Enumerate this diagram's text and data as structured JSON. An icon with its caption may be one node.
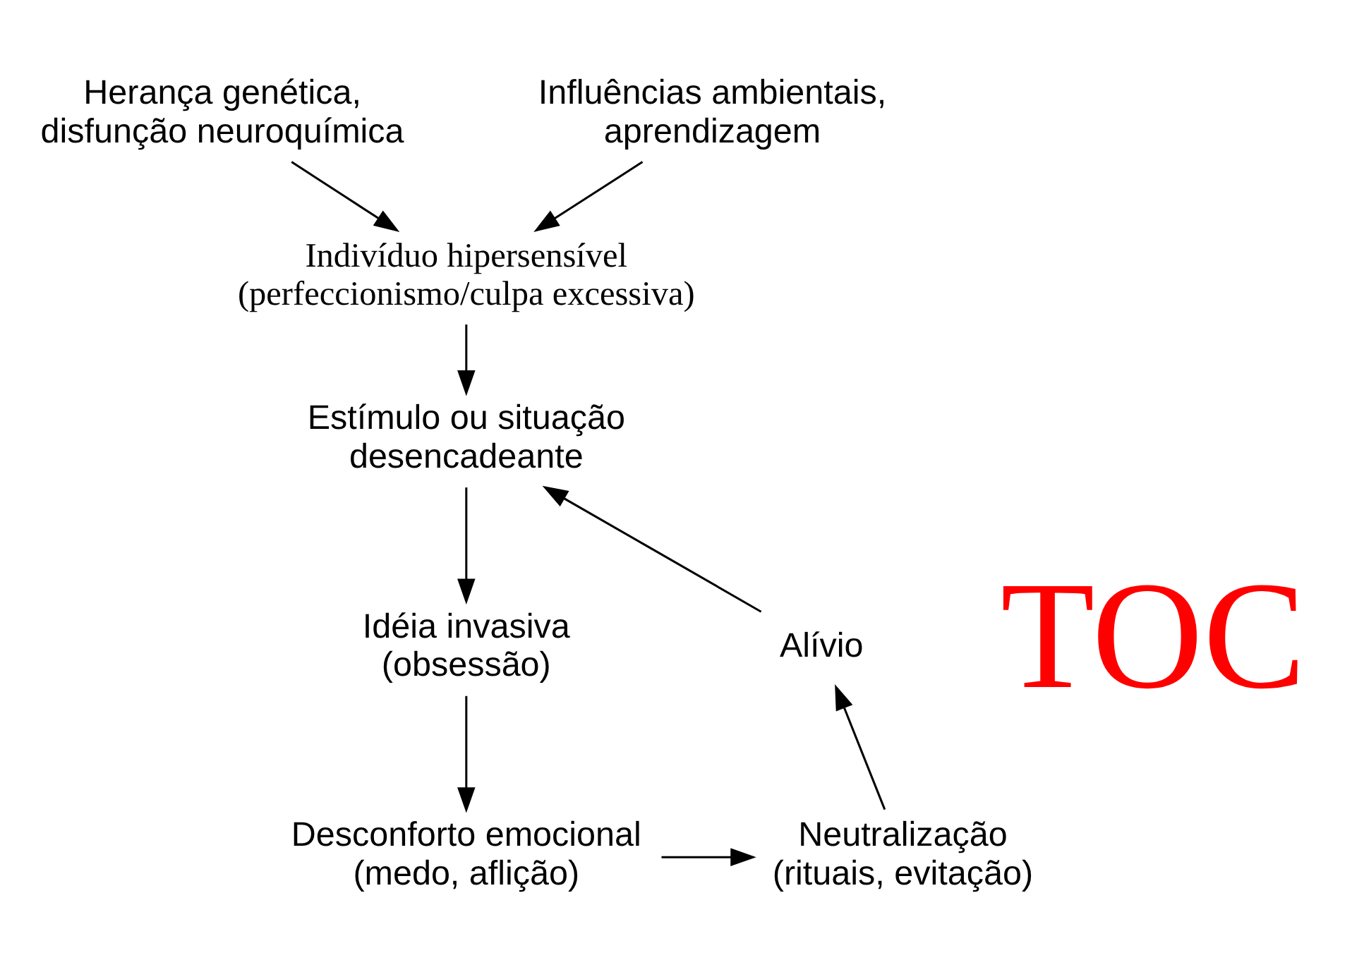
{
  "diagram": {
    "nodes": [
      {
        "text": [
          "Herança genética, disfunção neuroquímica"
        ]
      },
      {
        "text": [
          "Influências ambientais, aprendizagem"
        ]
      },
      {
        "text": [
          "Indivíduo hipersensível (perfeccionismo/culpa excessiva)"
        ]
      },
      {
        "text": [
          "Estímulo ou situação desencadeante"
        ]
      },
      {
        "text": [
          "Idéia invasiva (obsessão)"
        ]
      },
      {
        "text": [
          "Desconforto emocional (medo, aflição)"
        ]
      },
      {
        "text": [
          "Neutralização (rituais, evitação)"
        ]
      },
      {
        "text": [
          "Alívio"
        ]
      }
    ],
    "edges": [
      {
        "from": 0,
        "to": 2,
        "arrow": "to"
      },
      {
        "from": 1,
        "to": 2,
        "arrow": "to"
      },
      {
        "from": 2,
        "to": 3,
        "arrow": "to"
      },
      {
        "from": 3,
        "to": 4,
        "arrow": "to"
      },
      {
        "from": 4,
        "to": 5,
        "arrow": "to"
      },
      {
        "from": 5,
        "to": 6,
        "arrow": "to"
      },
      {
        "from": 6,
        "to": 7,
        "arrow": "to"
      },
      {
        "from": 7,
        "to": 3,
        "arrow": "to"
      }
    ],
    "labels": [
      "TOC"
    ]
  }
}
